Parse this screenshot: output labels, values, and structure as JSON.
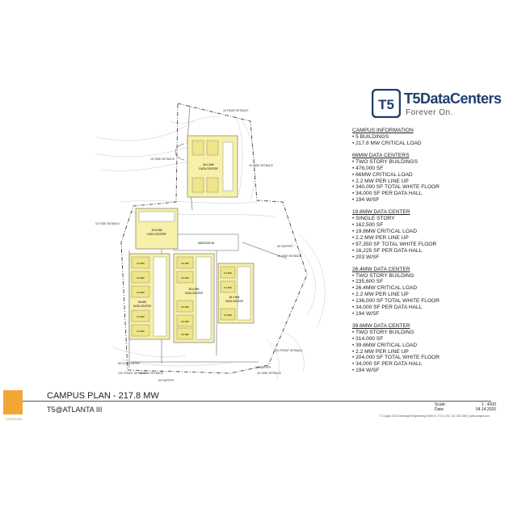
{
  "logo": {
    "mark": "T5",
    "brand": "T5DataCenters",
    "tagline": "Forever On."
  },
  "notes": [
    {
      "title": "CAMPUS INFORMATION",
      "lines": [
        "• 5 BUILDINGS",
        "• 217.8 MW CRITICAL LOAD"
      ]
    },
    {
      "title": "66MW DATA CENTERS",
      "lines": [
        "• TWO STORY BUILDINGS",
        "• 476,000 SF",
        "• 66MW CRITICAL LOAD",
        "• 2.2 MW PER LINE UP",
        "• 340,000 SF TOTAL WHITE FLOOR",
        "• 34,000 SF PER DATA HALL",
        "• 194 W/SF"
      ]
    },
    {
      "title": "19.8MW DATA CENTER",
      "lines": [
        "• SINGLE STORY",
        "• 162,500 SF",
        "• 19.8MW CRITICAL LOAD",
        "• 2.2 MW PER LINE UP",
        "• 97,350 SF TOTAL WHITE FLOOR",
        "• 16,225 SF PER DATA HALL",
        "• 203 W/SF"
      ]
    },
    {
      "title": "26.4MW DATA CENTER",
      "lines": [
        "• TWO STORY BUILDING",
        "• 235,600 SF",
        "• 26.4MW CRITICAL LOAD",
        "• 2.2 MW PER LINE UP",
        "• 136,000 SF TOTAL WHITE FLOOR",
        "• 34,000 SF PER DATA HALL",
        "• 194 W/SF"
      ]
    },
    {
      "title": "39.6MW DATA CENTER",
      "lines": [
        "• TWO STORY BUILDING",
        "• 314,000 SF",
        "• 39.6MW CRITICAL LOAD",
        "• 2.2 MW PER LINE UP",
        "• 204,000 SF TOTAL WHITE FLOOR",
        "• 34,000 SF PER DATA HALL",
        "• 194 W/SF"
      ]
    }
  ],
  "plan": {
    "site_labels": {
      "rear_setback": "15' REAR SETBACK",
      "side_setback_top_left": "15' SIDE SETBACK",
      "side_setback_top_right": "15' SIDE SETBACK",
      "side_setback_left": "15' SIDE SETBACK",
      "substation": "SUBSTATION",
      "buffer_right": "50' BUFFER",
      "side_setback_right": "15' SIDE SETBACK",
      "front_setback_right": "100' FRONT SETBACK",
      "second_entry": "SECOND ENTRY",
      "front_setback_left": "100' FRONT SETBACK",
      "side_setback_bottom": "15' SIDE SETBACK",
      "buffer_bottom": "50' BUFFER",
      "buffer_bottom_right": "50' BUFFER",
      "side_setback_bottom_right": "15' SIDE SETBACK"
    },
    "buildings": {
      "north": {
        "label_lines": [
          "26.4 MW",
          "DATA CENTER"
        ]
      },
      "west_small": {
        "label_lines": [
          "19.8 MW",
          "DATA CENTER"
        ]
      },
      "west_main": {
        "label_lines": [
          "66 MW",
          "DATA CENTER"
        ]
      },
      "central": {
        "label_lines": [
          "39.6 MW",
          "DATA CENTER"
        ]
      },
      "east": {
        "label_lines": [
          "26.4 MW",
          "DATA CENTER"
        ]
      }
    },
    "hall_label": "6.6 MW"
  },
  "title_block": {
    "firm_logo_text": "CORGAN",
    "plan_title": "CAMPUS PLAN - 217.8 MW",
    "project": "T5@ATLANTA  III",
    "scale_label": "Scale:",
    "scale_value": "1 : 4200",
    "date_label": "Date:",
    "date_value": "04.14.2020",
    "credit": "© Corgan 2020 Developer/Engineering Sheet #: 27.01 | Tel: 214 748 2000 | www.corgan.com"
  },
  "colors": {
    "building_fill": "#f7f0a8",
    "hall_fill": "#efe58a",
    "building_outline": "#666666",
    "accent_logo": "#f2a735",
    "brand_navy": "#1f3f6e"
  }
}
